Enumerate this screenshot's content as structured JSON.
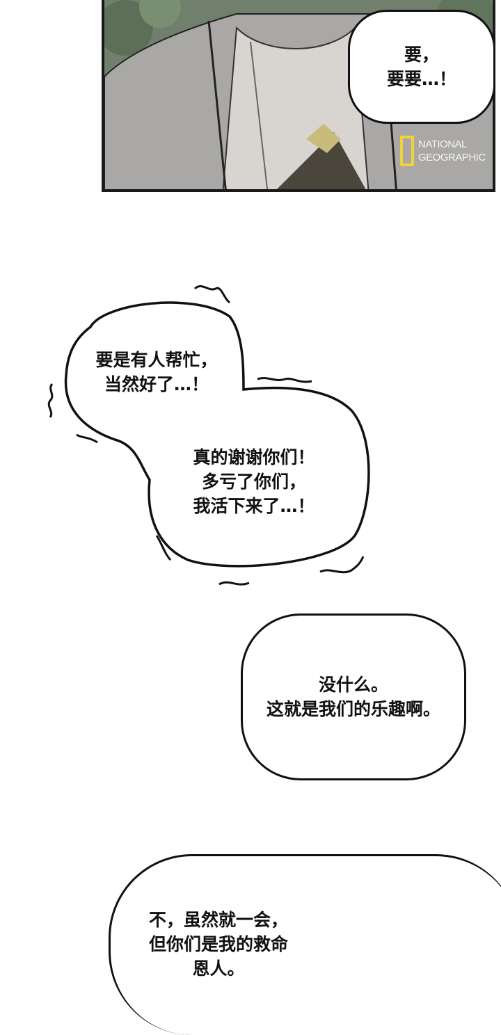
{
  "panel": {
    "logo_text": "NATIONAL\nGEOGRAPHIC"
  },
  "bubbles": [
    {
      "text": "要，\n要要…！"
    },
    {
      "text_part1": "要是有人帮忙，\n当然好了…！",
      "text_part2": "真的谢谢你们！\n多亏了你们，\n我活下来了…！"
    },
    {
      "text": "没什么。\n这就是我们的乐趣啊。"
    },
    {
      "text": "不，虽然就一会，\n但你们是我的救命\n恩人。"
    }
  ]
}
